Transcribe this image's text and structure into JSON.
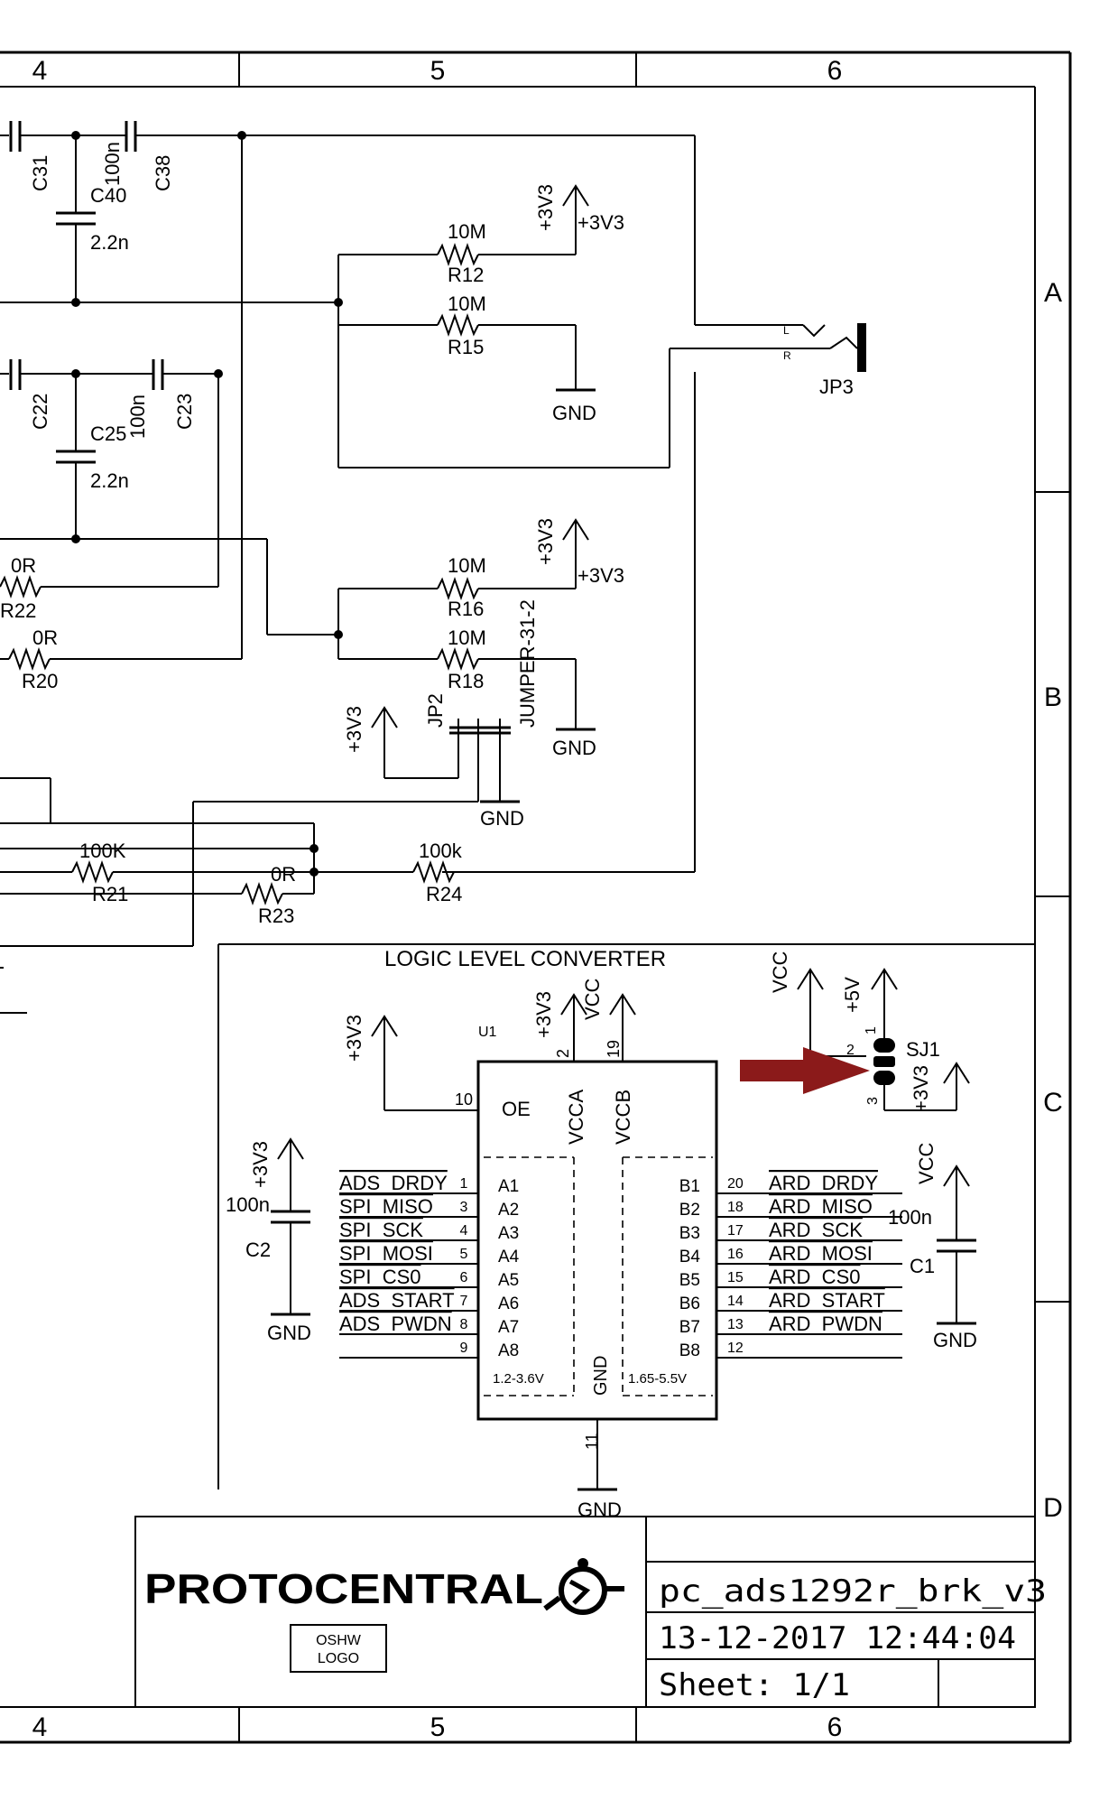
{
  "frame": {
    "columns_top": [
      "4",
      "5",
      "6"
    ],
    "columns_bottom": [
      "4",
      "5",
      "6"
    ],
    "rows": [
      "A",
      "B",
      "C",
      "D"
    ]
  },
  "upper": {
    "caps": {
      "c31": "C31",
      "c38": "C38",
      "c40": "C40",
      "c40_val_a": "100n",
      "c40_val_b": "2.2n",
      "c22": "C22",
      "c23": "C23",
      "c25": "C25",
      "c25_val_a": "100n",
      "c25_val_b": "2.2n"
    },
    "resistors": {
      "r12_val": "10M",
      "r12": "R12",
      "r15_val": "10M",
      "r15": "R15",
      "r16_val": "10M",
      "r16": "R16",
      "r18_val": "10M",
      "r18": "R18",
      "r22_val": "0R",
      "r22": "R22",
      "r20_val": "0R",
      "r20": "R20",
      "r21_val": "100K",
      "r21": "R21",
      "r23_val": "0R",
      "r23": "R23",
      "r24_val": "100k",
      "r24": "R24"
    },
    "power": {
      "p3v3": "+3V3",
      "gnd": "GND"
    },
    "jack": {
      "name": "JP3",
      "pin_l": "L",
      "pin_r": "R"
    },
    "jumper": {
      "name": "JP2",
      "value": "JUMPER-31-2"
    }
  },
  "converter": {
    "title": "LOGIC LEVEL CONVERTER",
    "ref": "U1",
    "oe": "OE",
    "vcca": "VCCA",
    "vccb": "VCCB",
    "gnd_pin": "GND",
    "range_a": "1.2-3.6V",
    "range_b": "1.65-5.5V",
    "pin_numbers": {
      "oe": "10",
      "vcca": "2",
      "vccb": "19",
      "gnd": "11",
      "a": [
        "1",
        "3",
        "4",
        "5",
        "6",
        "7",
        "8",
        "9"
      ],
      "b": [
        "20",
        "18",
        "17",
        "16",
        "15",
        "14",
        "13",
        "12"
      ]
    },
    "a_pins": [
      "A1",
      "A2",
      "A3",
      "A4",
      "A5",
      "A6",
      "A7",
      "A8"
    ],
    "b_pins": [
      "B1",
      "B2",
      "B3",
      "B4",
      "B5",
      "B6",
      "B7",
      "B8"
    ],
    "a_nets": [
      "ADS_DRDY",
      "SPI_MISO",
      "SPI_SCK",
      "SPI_MOSI",
      "SPI_CS0",
      "ADS_START",
      "ADS_PWDN"
    ],
    "b_nets": [
      "ARD_DRDY",
      "ARD_MISO",
      "ARD_SCK",
      "ARD_MOSI",
      "ARD_CS0",
      "ARD_START",
      "ARD_PWDN"
    ],
    "vcc": "VCC",
    "p5v": "+5V",
    "sj": "SJ1",
    "sj_pins": [
      "1",
      "2",
      "3"
    ],
    "c2": "C2",
    "c2_val": "100n",
    "c1": "C1",
    "c1_val": "100n"
  },
  "title_block": {
    "logo_text": "PROTOCENTRAL",
    "oshw": [
      "OSHW",
      "LOGO"
    ],
    "filename": "pc_ads1292r_brk_v3",
    "datetime": "13-12-2017 12:44:04",
    "sheet": "Sheet: 1/1"
  },
  "colors": {
    "arrow": "#8b1a1a",
    "ink": "#000000"
  }
}
